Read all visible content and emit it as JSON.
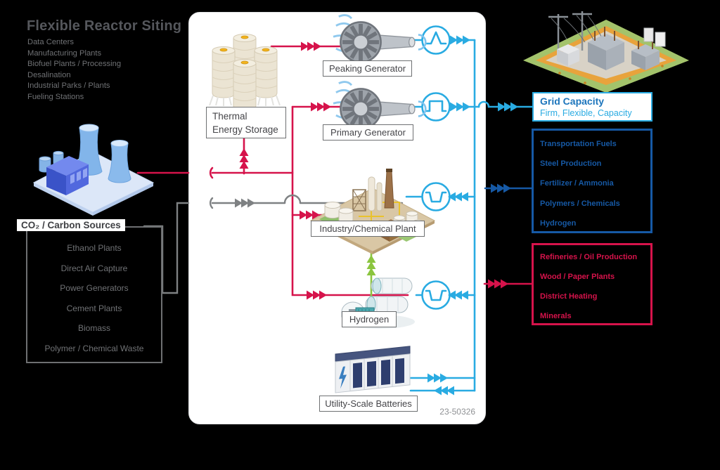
{
  "colors": {
    "heat_red": "#D6134B",
    "electric_light_blue": "#29ABE2",
    "electric_dark_blue": "#1659A5",
    "co2_gray": "#7E8183",
    "hydrogen_green": "#8BC53F",
    "grid_title_blue": "#1C75BC"
  },
  "left_column": {
    "title": "Flexible Reactor Siting",
    "siting_options": [
      "Data Centers",
      "Manufacturing Plants",
      "Biofuel Plants / Processing",
      "Desalination",
      "Industrial Parks / Plants",
      "Fueling Stations"
    ],
    "co2_sources": {
      "title": "CO₂ / Carbon Sources",
      "items": [
        "Ethanol Plants",
        "Direct Air Capture",
        "Power Generators",
        "Cement Plants",
        "Biomass",
        "Polymer / Chemical Waste"
      ]
    }
  },
  "panel": {
    "labels": {
      "thermal_line1": "Thermal",
      "thermal_line2": "Energy Storage",
      "peaking": "Peaking Generator",
      "primary": "Primary Generator",
      "industry": "Industry/Chemical Plant",
      "hydrogen": "Hydrogen",
      "batteries": "Utility-Scale Batteries"
    },
    "part_number": "23-50326"
  },
  "right_column": {
    "grid_capacity": {
      "title": "Grid Capacity",
      "subtitle": "Firm, Flexible, Capacity"
    },
    "grid_products": {
      "items": [
        "Transportation Fuels",
        "Steel Production",
        "Fertilizer / Ammonia",
        "Polymers / Chemicals",
        "Hydrogen"
      ]
    },
    "heat_products": {
      "items": [
        "Refineries / Oil Production",
        "Wood / Paper Plants",
        "District Heating",
        "Minerals"
      ]
    }
  },
  "icons": {
    "reactor": "nuclear-power-plant-icon",
    "thermal_storage": "storage-silos-icon",
    "peaking_generator": "turbine-icon",
    "primary_generator": "turbine-icon",
    "industry": "chemical-plant-icon",
    "hydrogen": "hydrogen-plant-icon",
    "batteries": "battery-containers-icon",
    "grid": "substation-icon",
    "peaking_node": "spike-wave-node",
    "primary_node": "square-wave-node",
    "industry_node": "dip-wave-node",
    "hydrogen_node": "dip-wave-node"
  }
}
